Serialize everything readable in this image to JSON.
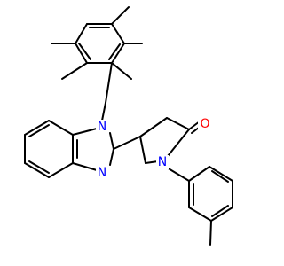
{
  "molecule": {
    "atom_labels": {
      "n_benzimidazole_1": "N",
      "n_benzimidazole_3": "N",
      "n_pyrrolidinone": "N",
      "o_carbonyl": "O"
    },
    "colors": {
      "bond": "#000000",
      "nitrogen": "#0000ff",
      "oxygen": "#ff0000",
      "background": "#ffffff"
    }
  }
}
